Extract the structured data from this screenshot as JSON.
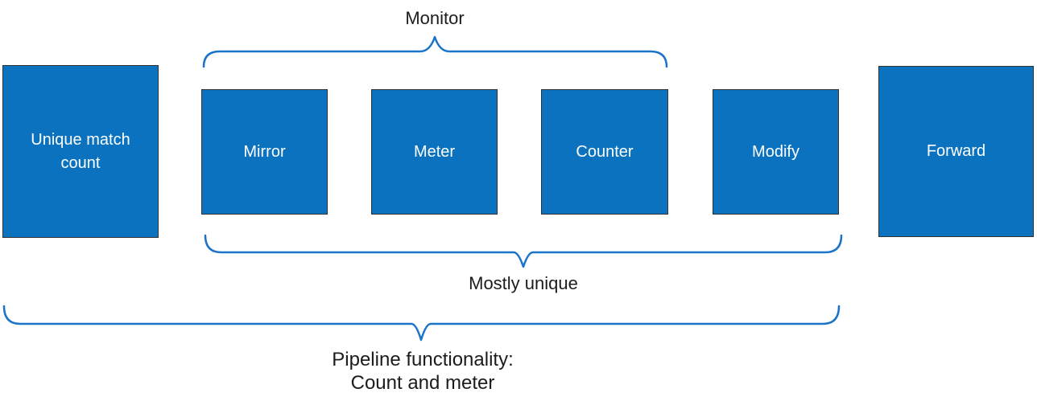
{
  "canvas": {
    "background": "#ffffff"
  },
  "colors": {
    "box_fill": "#0b72bf",
    "box_border": "#333333",
    "box_text": "#ffffff",
    "brace_stroke": "#1b74c7",
    "label_text": "#1c1c1c"
  },
  "boxes": [
    {
      "id": "unique-match-count",
      "label": "Unique match count"
    },
    {
      "id": "mirror",
      "label": "Mirror"
    },
    {
      "id": "meter",
      "label": "Meter"
    },
    {
      "id": "counter",
      "label": "Counter"
    },
    {
      "id": "modify",
      "label": "Modify"
    },
    {
      "id": "forward",
      "label": "Forward"
    }
  ],
  "braces": {
    "monitor": {
      "label": "Monitor"
    },
    "mostly_unique": {
      "label": "Mostly unique"
    },
    "pipeline": {
      "label_line1": "Pipeline functionality:",
      "label_line2": "Count and meter"
    }
  }
}
